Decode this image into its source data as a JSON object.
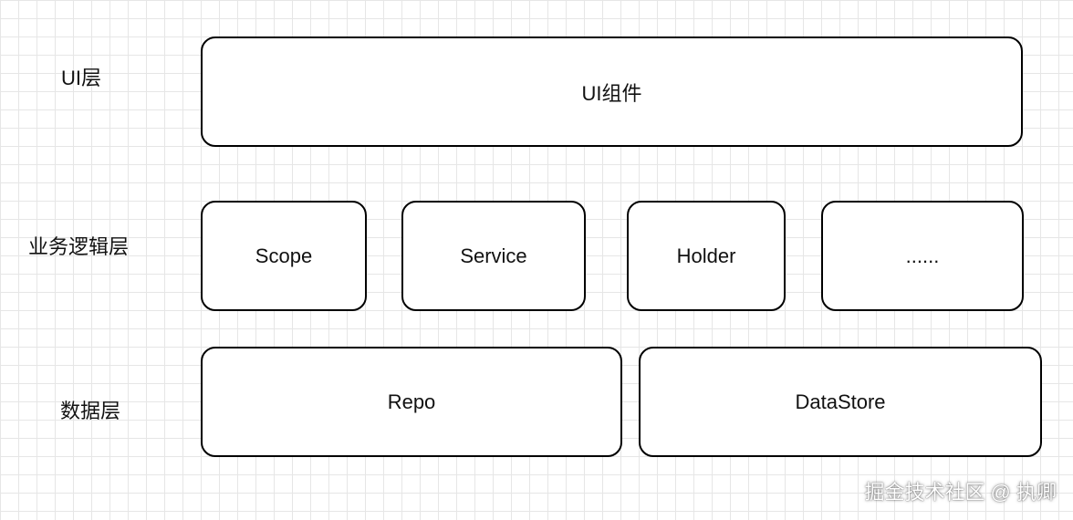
{
  "layers": {
    "ui": {
      "label": "UI层",
      "boxes": [
        "UI组件"
      ]
    },
    "business": {
      "label": "业务逻辑层",
      "boxes": [
        "Scope",
        "Service",
        "Holder",
        "......"
      ]
    },
    "data": {
      "label": "数据层",
      "boxes": [
        "Repo",
        "DataStore"
      ]
    }
  },
  "watermark": "掘金技术社区 @ 执卿"
}
